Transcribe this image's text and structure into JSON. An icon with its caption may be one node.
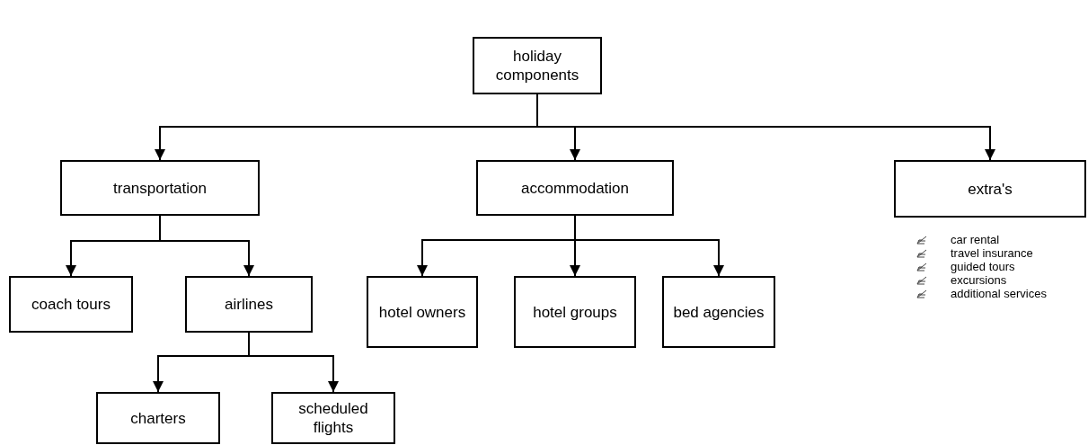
{
  "diagram": {
    "nodes": [
      {
        "text": [
          "holiday components"
        ]
      },
      {
        "text": [
          "transportation"
        ]
      },
      {
        "text": [
          "accommodation"
        ]
      },
      {
        "text": [
          "extra's"
        ]
      },
      {
        "text": [
          "coach tours"
        ]
      },
      {
        "text": [
          "airlines"
        ]
      },
      {
        "text": [
          "hotel owners"
        ]
      },
      {
        "text": [
          "hotel groups"
        ]
      },
      {
        "text": [
          "bed agencies"
        ]
      },
      {
        "text": [
          "charters"
        ]
      },
      {
        "text": [
          "scheduled flights"
        ]
      }
    ],
    "edges": [
      {
        "from": 0,
        "to": 1,
        "arrow": "to"
      },
      {
        "from": 0,
        "to": 2,
        "arrow": "to"
      },
      {
        "from": 0,
        "to": 3,
        "arrow": "to"
      },
      {
        "from": 1,
        "to": 4,
        "arrow": "to"
      },
      {
        "from": 1,
        "to": 5,
        "arrow": "to"
      },
      {
        "from": 2,
        "to": 6,
        "arrow": "to"
      },
      {
        "from": 2,
        "to": 7,
        "arrow": "to"
      },
      {
        "from": 2,
        "to": 8,
        "arrow": "to"
      },
      {
        "from": 5,
        "to": 9,
        "arrow": "to"
      },
      {
        "from": 5,
        "to": 10,
        "arrow": "to"
      }
    ],
    "labels": [
      "car rental",
      "travel insurance",
      "guided tours",
      "excursions",
      "additional services"
    ]
  }
}
